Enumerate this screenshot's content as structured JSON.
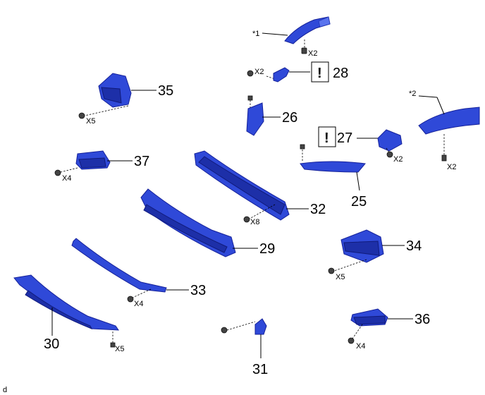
{
  "diagram": {
    "part_numbers": {
      "p25": "25",
      "p26": "26",
      "p27": "27",
      "p28": "28",
      "p29": "29",
      "p30": "30",
      "p31": "31",
      "p32": "32",
      "p33": "33",
      "p34": "34",
      "p35": "35",
      "p36": "36",
      "p37": "37"
    },
    "quantities": {
      "q1": "X2",
      "q2": "X2",
      "q3": "X5",
      "q4": "X2",
      "q5": "X2",
      "q6": "X4",
      "q7": "X8",
      "q8": "X5",
      "q9": "X4",
      "q10": "X5",
      "q11": "X4"
    },
    "notes": {
      "n1": "*1",
      "n2": "*2"
    },
    "caution_marks": {
      "c28": "!",
      "c27": "!"
    },
    "corner_label": "d",
    "colors": {
      "part_blue": "#2f49d8",
      "outline": "#16229a"
    }
  }
}
